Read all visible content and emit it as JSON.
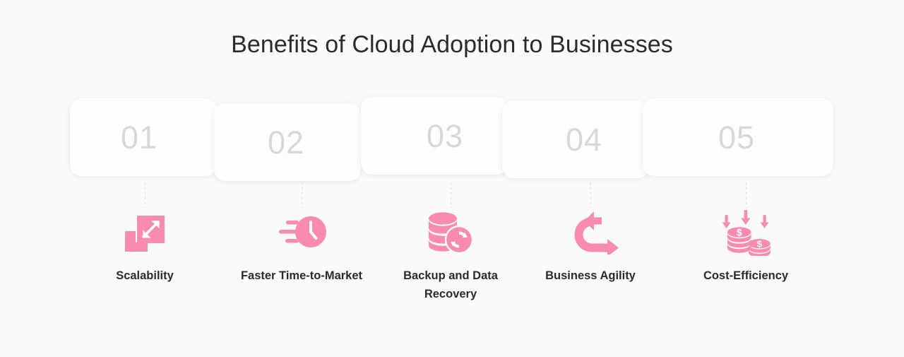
{
  "page": {
    "title": "Benefits of Cloud Adoption to Businesses",
    "accent_color": "#F98BB0",
    "background_color": "#FAFAFA",
    "card_background_color": "#FEFEFE",
    "number_color": "#D8D8D8",
    "label_color": "#2B2B2B"
  },
  "steps": [
    {
      "number": "01",
      "label": "Scalability",
      "icon": "expand-arrows-icon"
    },
    {
      "number": "02",
      "label": "Faster Time-to-Market",
      "icon": "fast-clock-icon"
    },
    {
      "number": "03",
      "label": "Backup and Data Recovery",
      "icon": "database-refresh-icon"
    },
    {
      "number": "04",
      "label": "Business Agility",
      "icon": "cycle-arrow-icon"
    },
    {
      "number": "05",
      "label": "Cost-Efficiency",
      "icon": "coins-down-arrows-icon"
    }
  ]
}
